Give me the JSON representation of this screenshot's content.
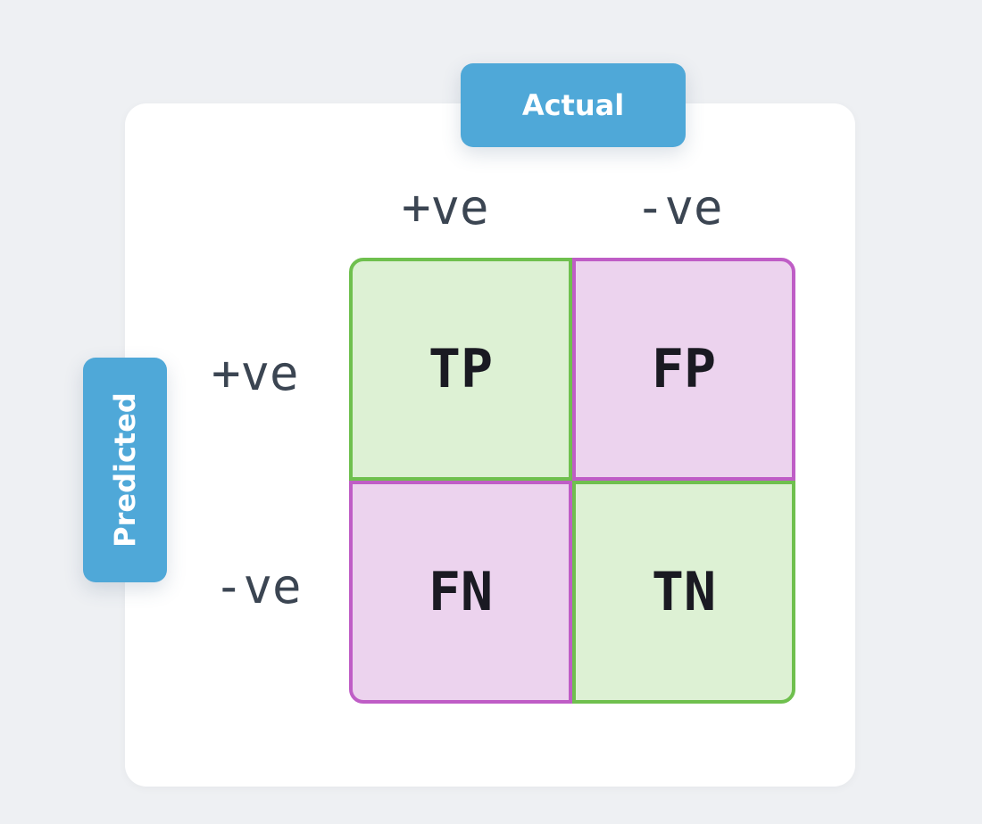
{
  "diagram": {
    "column_header": "Actual",
    "row_header": "Predicted",
    "column_labels": [
      "+ve",
      "-ve"
    ],
    "row_labels": [
      "+ve",
      "-ve"
    ],
    "cells": {
      "tp": "TP",
      "fp": "FP",
      "fn": "FN",
      "tn": "TN"
    },
    "colors": {
      "header_bg": "#4fa8d8",
      "correct_fill": "#ddf1d4",
      "correct_border": "#6fc04e",
      "error_fill": "#ecd3ee",
      "error_border": "#bf5dc6"
    }
  }
}
